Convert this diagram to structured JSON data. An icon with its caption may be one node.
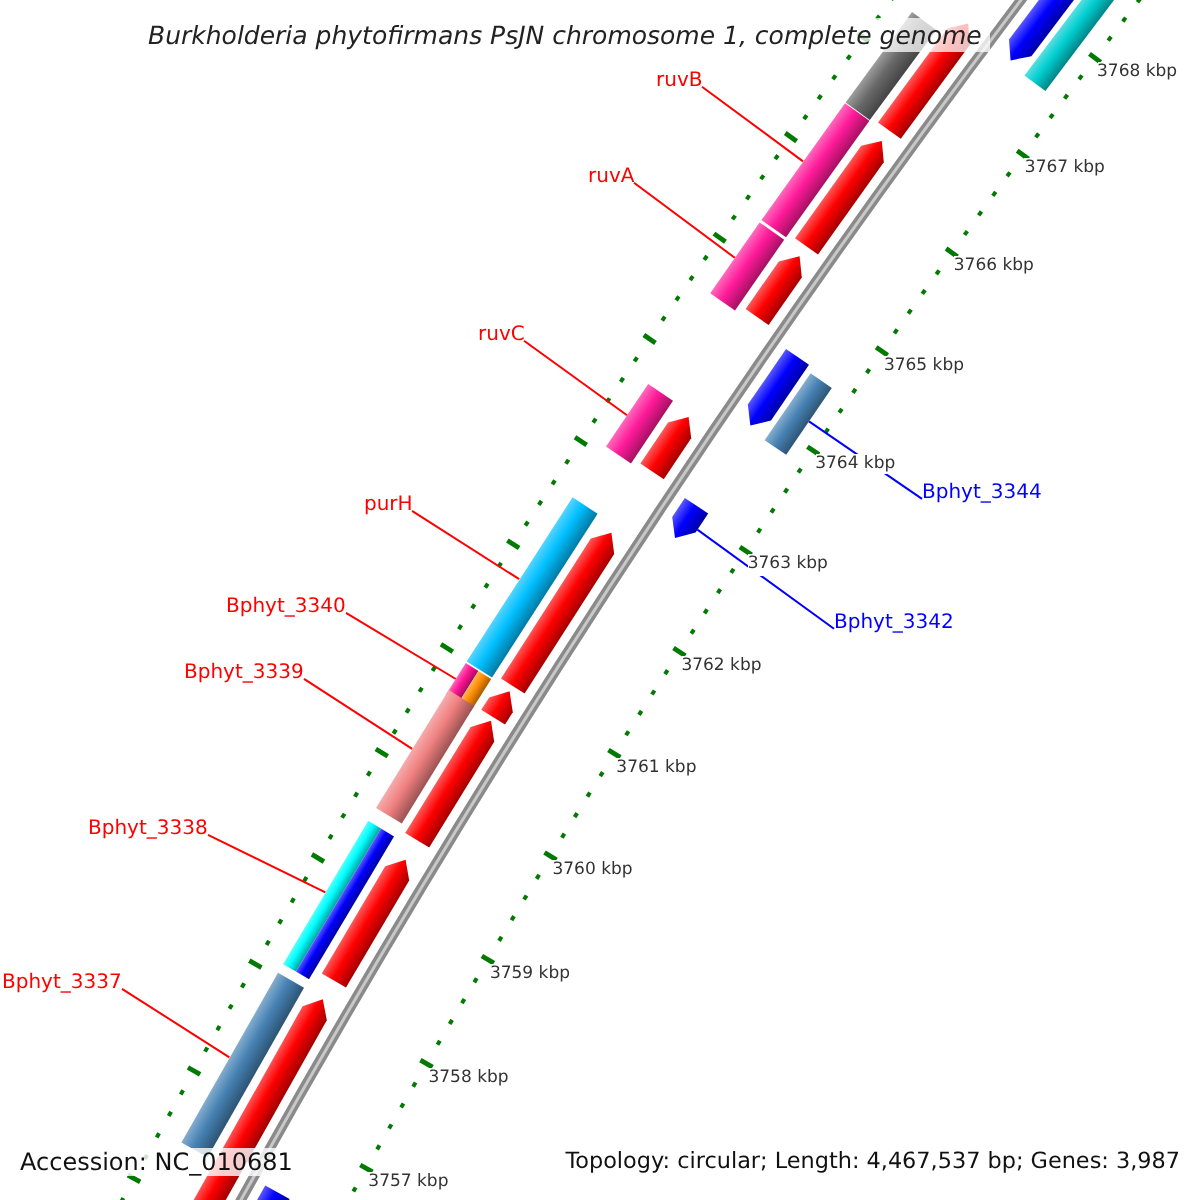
{
  "diagram": {
    "title": "Burkholderia phytofirmans PsJN chromosome 1, complete genome",
    "nodes": [
      {
        "text": [
          "ruvB"
        ]
      },
      {
        "text": [],
        "shape": "bar"
      },
      {
        "text": [
          "ruvA"
        ]
      },
      {
        "text": [],
        "shape": "bar"
      },
      {
        "text": [
          "ruvC"
        ]
      },
      {
        "text": [],
        "shape": "bar"
      },
      {
        "text": [
          "Bphyt_3344"
        ]
      },
      {
        "text": [],
        "shape": "bar"
      },
      {
        "text": [
          "purH"
        ]
      },
      {
        "text": [],
        "shape": "bar"
      },
      {
        "text": [
          "Bphyt_3342"
        ]
      },
      {
        "text": [],
        "shape": "bar"
      },
      {
        "text": [
          "Bphyt_3340"
        ]
      },
      {
        "text": [],
        "shape": "bar"
      },
      {
        "text": [
          "Bphyt_3339"
        ]
      },
      {
        "text": [],
        "shape": "bar"
      },
      {
        "text": [
          "Bphyt_3338"
        ]
      },
      {
        "text": [],
        "shape": "bar"
      },
      {
        "text": [
          "Bphyt_3337"
        ]
      },
      {
        "text": [],
        "shape": "bar"
      }
    ],
    "edges": [
      {
        "from": 0,
        "to": 1,
        "arrow": "none"
      },
      {
        "from": 2,
        "to": 3,
        "arrow": "none"
      },
      {
        "from": 4,
        "to": 5,
        "arrow": "none"
      },
      {
        "from": 6,
        "to": 7,
        "arrow": "none",
        "color": "#0000ff"
      },
      {
        "from": 8,
        "to": 9,
        "arrow": "none"
      },
      {
        "from": 10,
        "to": 11,
        "arrow": "none",
        "color": "#0000ff"
      },
      {
        "from": 12,
        "to": 13,
        "arrow": "none"
      },
      {
        "from": 14,
        "to": 15,
        "arrow": "none"
      },
      {
        "from": 16,
        "to": 17,
        "arrow": "none"
      },
      {
        "from": 18,
        "to": 19,
        "arrow": "none"
      }
    ],
    "labels": [
      "3768 kbp",
      "3767 kbp",
      "3766 kbp",
      "3765 kbp",
      "3764 kbp",
      "3763 kbp",
      "3762 kbp",
      "3761 kbp",
      "3760 kbp",
      "3759 kbp",
      "3758 kbp",
      "3757 kbp",
      "Accession: NC_010681",
      "Topology: circular; Length: 4,467,537 bp; Genes: 3,987"
    ]
  }
}
